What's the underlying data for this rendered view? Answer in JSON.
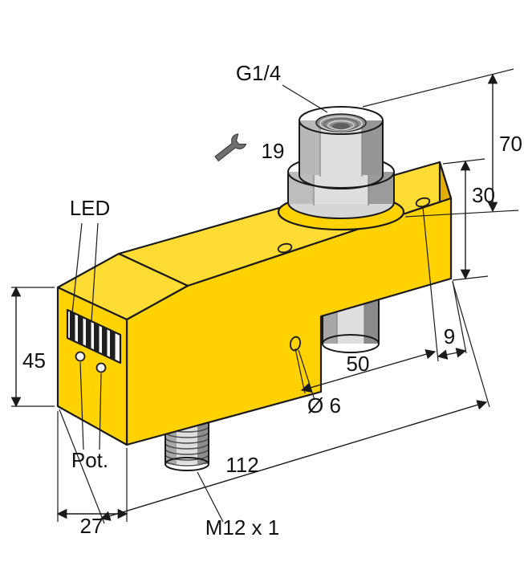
{
  "drawing": {
    "labels": {
      "thread_top": "G1/4",
      "wrench_size": "19",
      "overall_height": "70",
      "block_height": "30",
      "led": "LED",
      "left_height": "45",
      "hole_edge_offset": "9",
      "hole_spacing": "50",
      "hole_diameter": "Ø 6",
      "body_length": "112",
      "pot": "Pot.",
      "body_width": "27",
      "connector_thread": "M12 x 1"
    },
    "icons": {
      "wrench": "open-end-wrench-icon"
    },
    "colors": {
      "body_yellow": "#FFD200",
      "body_yellow_light": "#FFDC33",
      "body_yellow_dark": "#E2AE00",
      "metal_light": "#DEDEDE",
      "metal_mid": "#BFBFBF",
      "metal_dark": "#8F8F8F",
      "outline": "#1A1A1A",
      "background": "#FFFFFF"
    }
  }
}
